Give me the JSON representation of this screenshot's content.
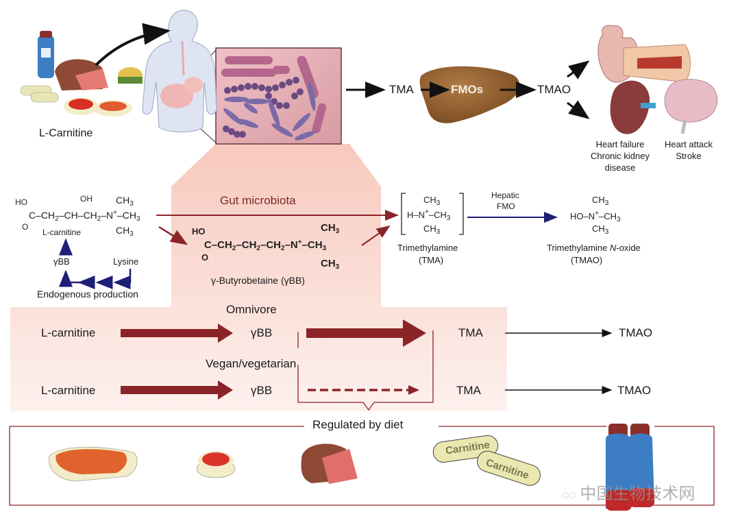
{
  "top_panel": {
    "dietary_source_label": "L-Carnitine",
    "energy_drink_label": "Energy Drink",
    "pathway": {
      "tma_label": "TMA",
      "enzyme_label": "FMOs",
      "tmao_label": "TMAO"
    },
    "outcomes": {
      "left_column": [
        "Heart failure",
        "Chronic kidney",
        "disease"
      ],
      "right_column": [
        "Heart attack",
        "Stroke"
      ]
    }
  },
  "chemistry": {
    "carnitine": {
      "name": "L-carnitine",
      "formula_parts": {
        "ho": "HO",
        "oh": "OH",
        "o": "O",
        "ch3": "CH3"
      }
    },
    "gut_microbiota_label": "Gut microbiota",
    "gbb": {
      "name": "γ-Butyrobetaine (γBB)"
    },
    "endogenous": {
      "gbb_label": "γBB",
      "lysine_label": "Lysine",
      "label": "Endogenous production"
    },
    "tma": {
      "name": "Trimethylamine",
      "abbr": "(TMA)"
    },
    "hepatic_fmo": {
      "line1": "Hepatic",
      "line2": "FMO"
    },
    "tmao": {
      "name_prefix": "Trimethylamine ",
      "name_italic": "N",
      "name_suffix": "-oxide",
      "abbr": "(TMAO)"
    }
  },
  "diet_comparison": {
    "omnivore": {
      "label": "Omnivore",
      "steps": [
        "L-carnitine",
        "γBB",
        "TMA",
        "TMAO"
      ],
      "gbb_to_tma_flux": "high"
    },
    "vegan": {
      "label": "Vegan/vegetarian",
      "steps": [
        "L-carnitine",
        "γBB",
        "TMA",
        "TMAO"
      ],
      "gbb_to_tma_flux": "low"
    },
    "regulated_label": "Regulated by diet"
  },
  "foods_panel": {
    "items": [
      "steak",
      "filet",
      "roast beef",
      "carnitine capsules",
      "energy drinks"
    ],
    "capsule_text": "Carnitine"
  },
  "watermark": "中国生物技术网",
  "colors": {
    "maroon": "#8b2428",
    "navy": "#1f1f78",
    "pink_bg": "#f7cfc4",
    "liver": "#8a5a2b"
  }
}
